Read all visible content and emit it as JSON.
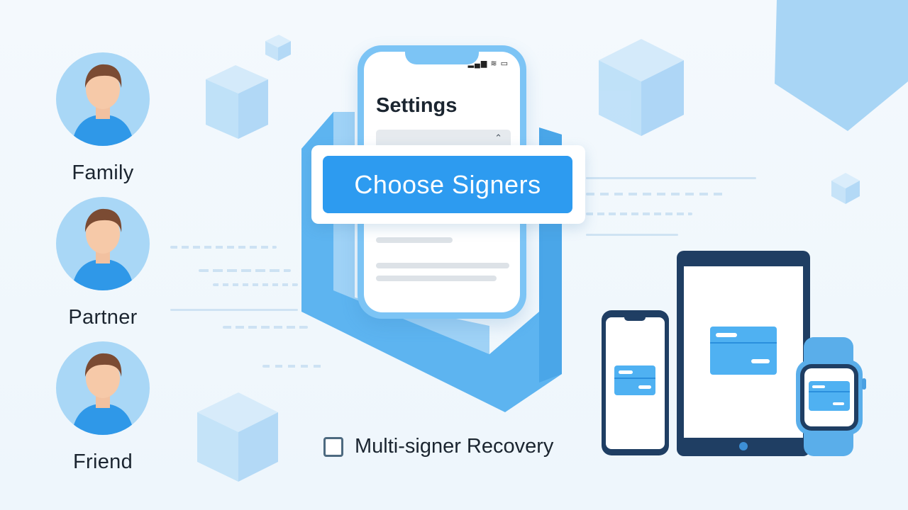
{
  "people": [
    {
      "label": "Family"
    },
    {
      "label": "Partner"
    },
    {
      "label": "Friend"
    }
  ],
  "phone": {
    "title": "Settings",
    "status_icons": "▂▄▆ ≋ ▭"
  },
  "main_button": {
    "label": "Choose Signers"
  },
  "option": {
    "label": "Multi-signer Recovery",
    "checked": false
  },
  "colors": {
    "accent": "#2d9bf0",
    "light_blue": "#7cc4f5",
    "avatar_bg": "#a9d7f6",
    "device_frame": "#1f3e63"
  },
  "icons": {
    "avatar": "person-avatar-icon",
    "shield": "shield-icon",
    "cube": "cube-icon",
    "checkbox": "checkbox-icon"
  }
}
